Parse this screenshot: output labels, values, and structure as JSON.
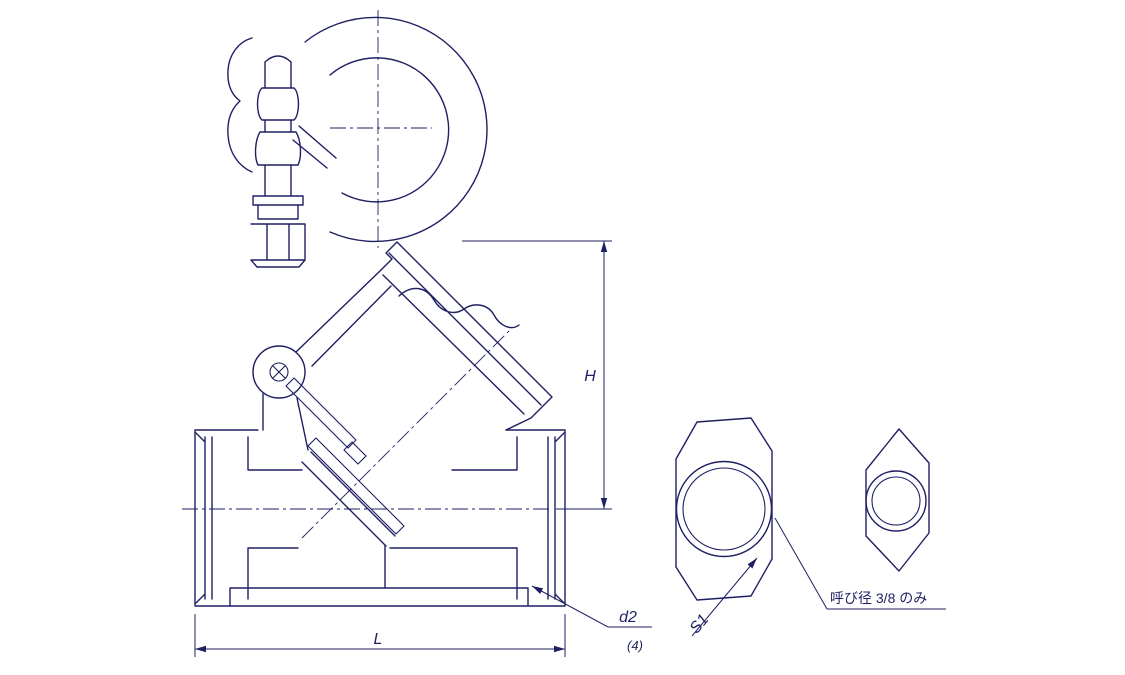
{
  "drawing": {
    "colors": {
      "line": "#1f1f63",
      "background": "#ffffff"
    },
    "dimensions": {
      "height_label": "H",
      "length_label": "L",
      "d2_label": "d2",
      "d2_qty": "(4)",
      "s1_label": "S1"
    },
    "notes": {
      "size_note": "呼び径 3/8 のみ"
    }
  }
}
